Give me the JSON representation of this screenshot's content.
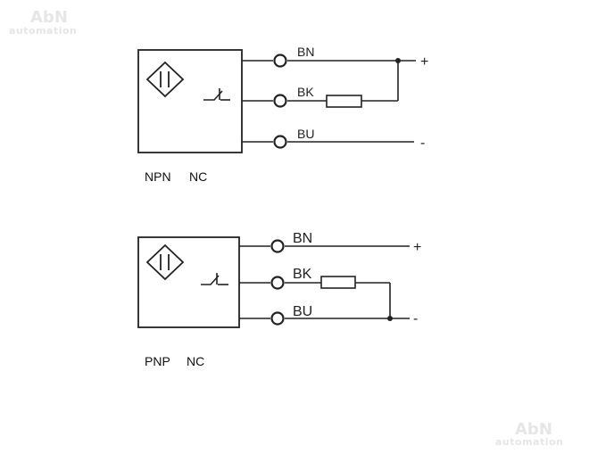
{
  "watermark": {
    "brand": "AbN",
    "sub": "automation"
  },
  "diagram_npn": {
    "wires": [
      "BN",
      "BK",
      "BU"
    ],
    "plus": "+",
    "minus": "-",
    "caption_type": "NPN",
    "caption_mode": "NC"
  },
  "diagram_pnp": {
    "wires": [
      "BN",
      "BK",
      "BU"
    ],
    "plus": "+",
    "minus": "-",
    "caption_type": "PNP",
    "caption_mode": "NC"
  }
}
